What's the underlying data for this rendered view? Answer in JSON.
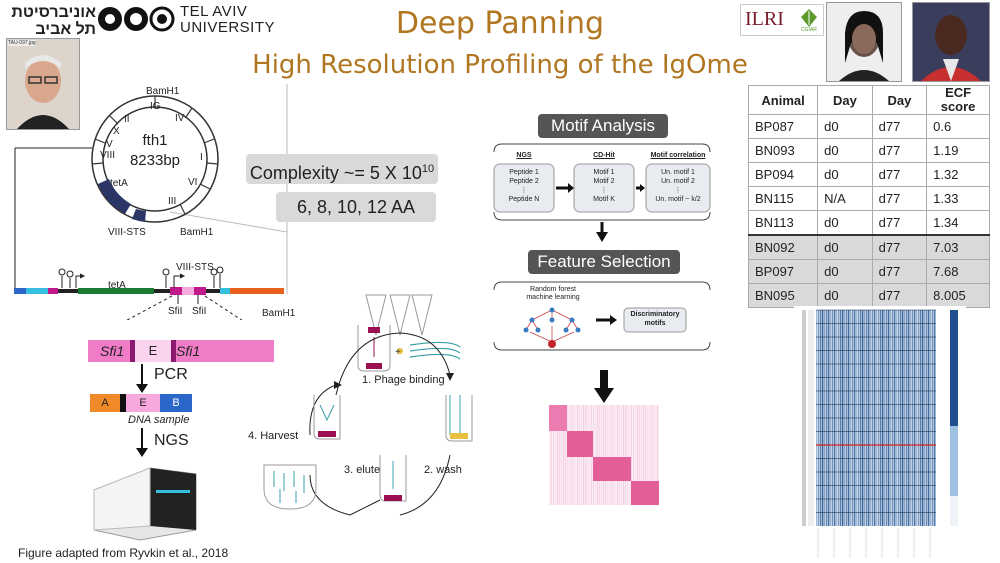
{
  "header": {
    "title": "Deep Panning",
    "subtitle": "High Resolution Profiling of the IgOme",
    "logo_hebrew_line1": "אוניברסיטת",
    "logo_hebrew_line2": "תל אביב",
    "logo_tau_line1": "TEL AVIV",
    "logo_tau_line2": "UNIVERSITY",
    "logo_ilri": "ILRI",
    "logo_cgiar": "CGIAR",
    "photo_tag": "TAU-097.jpg"
  },
  "plasmid": {
    "name": "fth1",
    "size": "8233bp",
    "labels": [
      "BamH1",
      "IG",
      "IV",
      "II",
      "X",
      "V",
      "VIII",
      "I",
      "VI",
      "III",
      "tetA",
      "VIII-STS",
      "BamH1"
    ]
  },
  "complexity": {
    "text": "Complexity ~= 5 X 10",
    "exponent": "10",
    "lengths": "6, 8, 10, 12 AA"
  },
  "construct": {
    "tetA": "tetA",
    "viii_sts": "VIII-STS",
    "sfi1": "SfiI",
    "sfi2": "SfiI",
    "bamh1": "BamH1",
    "insert_left": "Sfi1",
    "insert_mid": "E",
    "insert_right": "Sfi1",
    "pcr": "PCR",
    "sample_a": "A",
    "sample_e": "E",
    "sample_b": "B",
    "dna_sample": "DNA sample",
    "ngs": "NGS",
    "caption": "Figure adapted from Ryvkin et al., 2018"
  },
  "cycle": {
    "step1": "1. Phage binding",
    "step2": "2. wash",
    "step3": "3. elute",
    "step4": "4. Harvest"
  },
  "motif": {
    "heading": "Motif Analysis",
    "col1_head": "NGS",
    "col1_items": [
      "Peptide 1",
      "Peptide 2",
      "⋮",
      "Peptide N"
    ],
    "col2_head": "CD-Hit",
    "col2_items": [
      "Motif 1",
      "Motif 2",
      "⋮",
      "Motif K"
    ],
    "col3_head": "Motif correlation",
    "col3_items": [
      "Un. motif 1",
      "Un. motif 2",
      "⋮",
      "Un. motif ~ k/2"
    ],
    "feature_heading": "Feature Selection",
    "rf_label": "Random forest machine learning",
    "discriminatory": "Discriminatory motifs"
  },
  "table": {
    "headers": [
      "Animal",
      "Day",
      "Day",
      "ECF score"
    ],
    "rows": [
      [
        "BP087",
        "d0",
        "d77",
        "0.6"
      ],
      [
        "BN093",
        "d0",
        "d77",
        "1.19"
      ],
      [
        "BP094",
        "d0",
        "d77",
        "1.32"
      ],
      [
        "BN115",
        "N/A",
        "d77",
        "1.33"
      ],
      [
        "BN113",
        "d0",
        "d77",
        "1.34"
      ],
      [
        "BN092",
        "d0",
        "d77",
        "7.03"
      ],
      [
        "BP097",
        "d0",
        "d77",
        "7.68"
      ],
      [
        "BN095",
        "d0",
        "d77",
        "8.005"
      ]
    ]
  },
  "colors": {
    "title": "#b07620",
    "tetA": "#1a7a30",
    "pink": "#f07cc8",
    "magenta": "#c0198c",
    "orange": "#e8601c",
    "cyan": "#36c0e0",
    "blue": "#2a67c8",
    "heat_blue": "#1f4f8c"
  }
}
